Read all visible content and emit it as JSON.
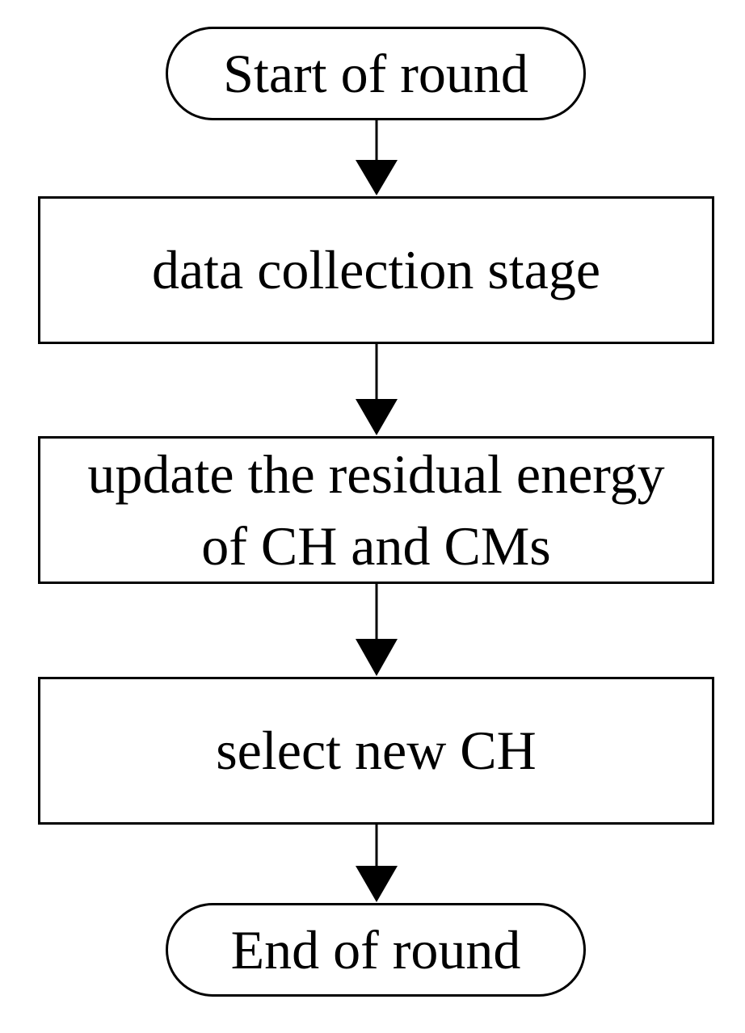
{
  "nodes": {
    "start": "Start of round",
    "collect": "data collection stage",
    "update": "update the residual energy\nof CH and CMs",
    "select": "select new CH",
    "end": "End of round"
  },
  "edges": [
    {
      "from": "start",
      "to": "collect"
    },
    {
      "from": "collect",
      "to": "update"
    },
    {
      "from": "update",
      "to": "select"
    },
    {
      "from": "select",
      "to": "end"
    }
  ],
  "colors": {
    "stroke": "#000000",
    "fill": "#ffffff"
  }
}
